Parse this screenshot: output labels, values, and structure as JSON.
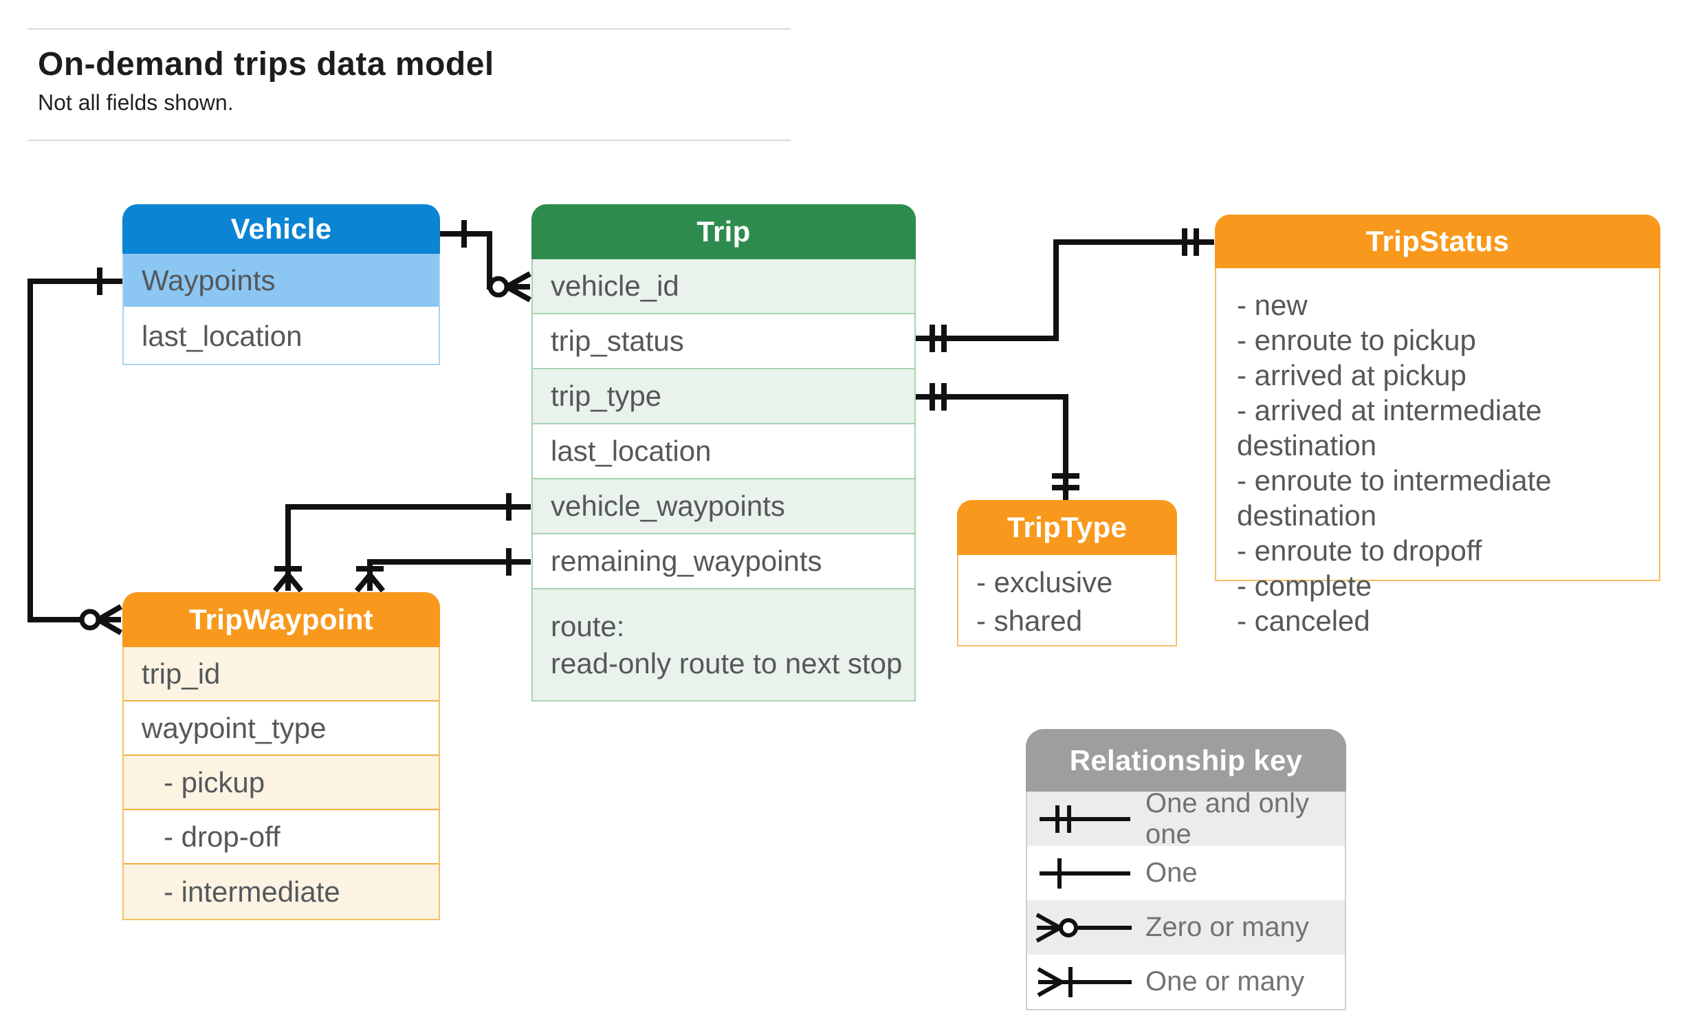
{
  "page": {
    "title": "On-demand trips data model",
    "subtitle": "Not all fields shown."
  },
  "entities": {
    "vehicle": {
      "title": "Vehicle",
      "fields": [
        "Waypoints",
        "last_location"
      ]
    },
    "trip": {
      "title": "Trip",
      "fields": [
        "vehicle_id",
        "trip_status",
        "trip_type",
        "last_location",
        "vehicle_waypoints",
        "remaining_waypoints"
      ],
      "route": [
        "route:",
        "read-only route to next stop"
      ]
    },
    "tripStatus": {
      "title": "TripStatus",
      "values": [
        "- new",
        "- enroute to pickup",
        "- arrived at pickup",
        "- arrived at intermediate destination",
        "- enroute to intermediate destination",
        "- enroute to dropoff",
        "- complete",
        "- canceled"
      ]
    },
    "tripType": {
      "title": "TripType",
      "values": [
        "- exclusive",
        "- shared"
      ]
    },
    "tripWaypoint": {
      "title": "TripWaypoint",
      "fields": [
        "trip_id",
        "waypoint_type",
        "- pickup",
        "- drop-off",
        "- intermediate"
      ]
    }
  },
  "legend": {
    "title": "Relationship key",
    "rows": [
      {
        "symbol": "one-and-only-one",
        "label": "One and only one"
      },
      {
        "symbol": "one",
        "label": "One"
      },
      {
        "symbol": "zero-or-many",
        "label": "Zero or many"
      },
      {
        "symbol": "one-or-many",
        "label": "One or many"
      }
    ]
  },
  "colors": {
    "vehicle_header": "#0b84d4",
    "vehicle_highlight_row": "#8cc6f2",
    "trip_header": "#2e8b4e",
    "trip_row_tint": "#e9f3ec",
    "orange_header": "#f8991d",
    "orange_row_tint": "#fdf3e2",
    "key_header": "#9e9e9e",
    "key_row_tint": "#ececec",
    "wire": "#111111",
    "field_text": "#54585b"
  }
}
